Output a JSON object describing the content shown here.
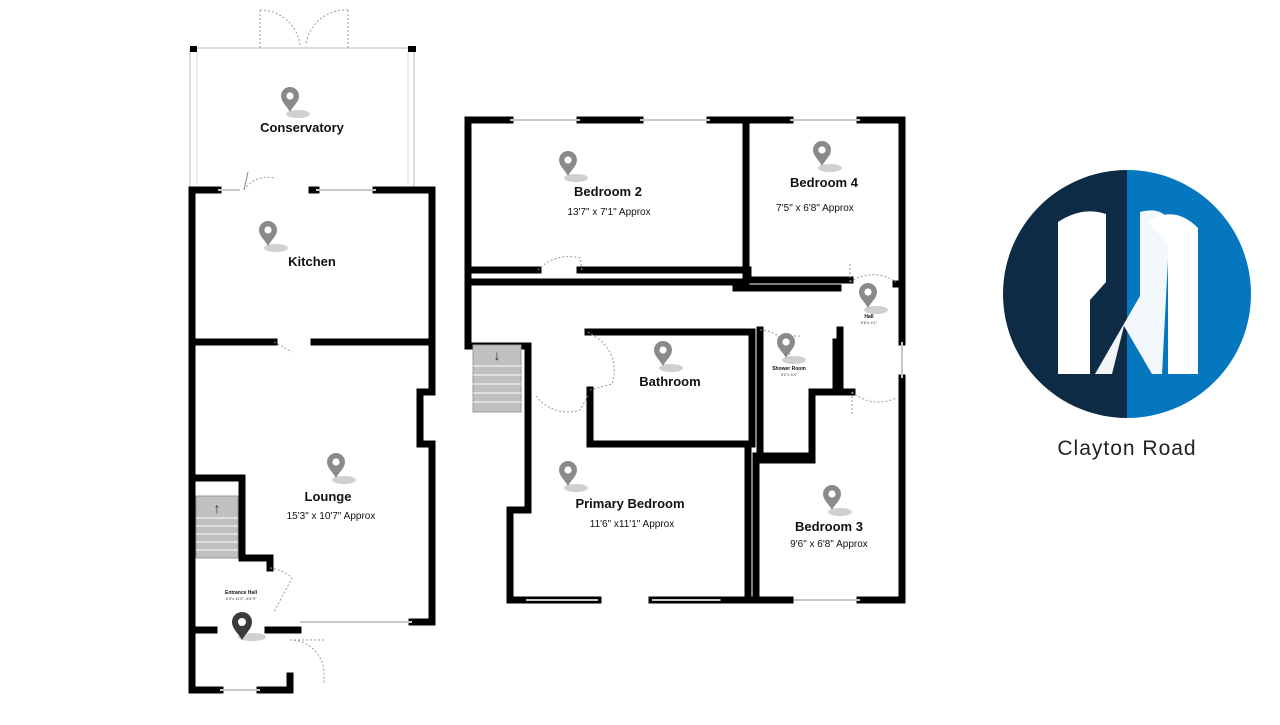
{
  "floorplan": {
    "property_name": "Clayton Road",
    "rooms": {
      "conservatory": {
        "name": "Conservatory",
        "size": ""
      },
      "kitchen": {
        "name": "Kitchen",
        "size": ""
      },
      "lounge": {
        "name": "Lounge",
        "size": "15'3\" x 10'7\" Approx"
      },
      "entrance_hall": {
        "name": "Entrance Hall",
        "size": "6'3\"x 11'9\", 6'6\"9\""
      },
      "bedroom_2": {
        "name": "Bedroom 2",
        "size": "13'7\" x 7'1\" Approx"
      },
      "bedroom_4": {
        "name": "Bedroom 4",
        "size": "7'5\" x 6'8\" Approx"
      },
      "hall": {
        "name": "Hall",
        "size": "6'6\"x 4'1\""
      },
      "shower_room": {
        "name": "Shower Room",
        "size": "5'2\"x 5'4\""
      },
      "bathroom": {
        "name": "Bathroom",
        "size": ""
      },
      "primary_bedroom": {
        "name": "Primary Bedroom",
        "size": "11'6\" x11'1\" Approx"
      },
      "bedroom_3": {
        "name": "Bedroom 3",
        "size": "9'6\" x 6'8\" Approx"
      }
    },
    "stairs": {
      "ground_arrow": "↑",
      "first_arrow": "↓"
    },
    "icons": {
      "room_marker": "map-pin-icon",
      "entrance_marker": "location-pin-icon",
      "logo": "brand-logo"
    },
    "colors": {
      "wall": "#000000",
      "marker": "#8a8a8a",
      "entrance_marker": "#3a3a3a",
      "logo_dark": "#0d2b44",
      "logo_blue": "#0477bf"
    }
  }
}
